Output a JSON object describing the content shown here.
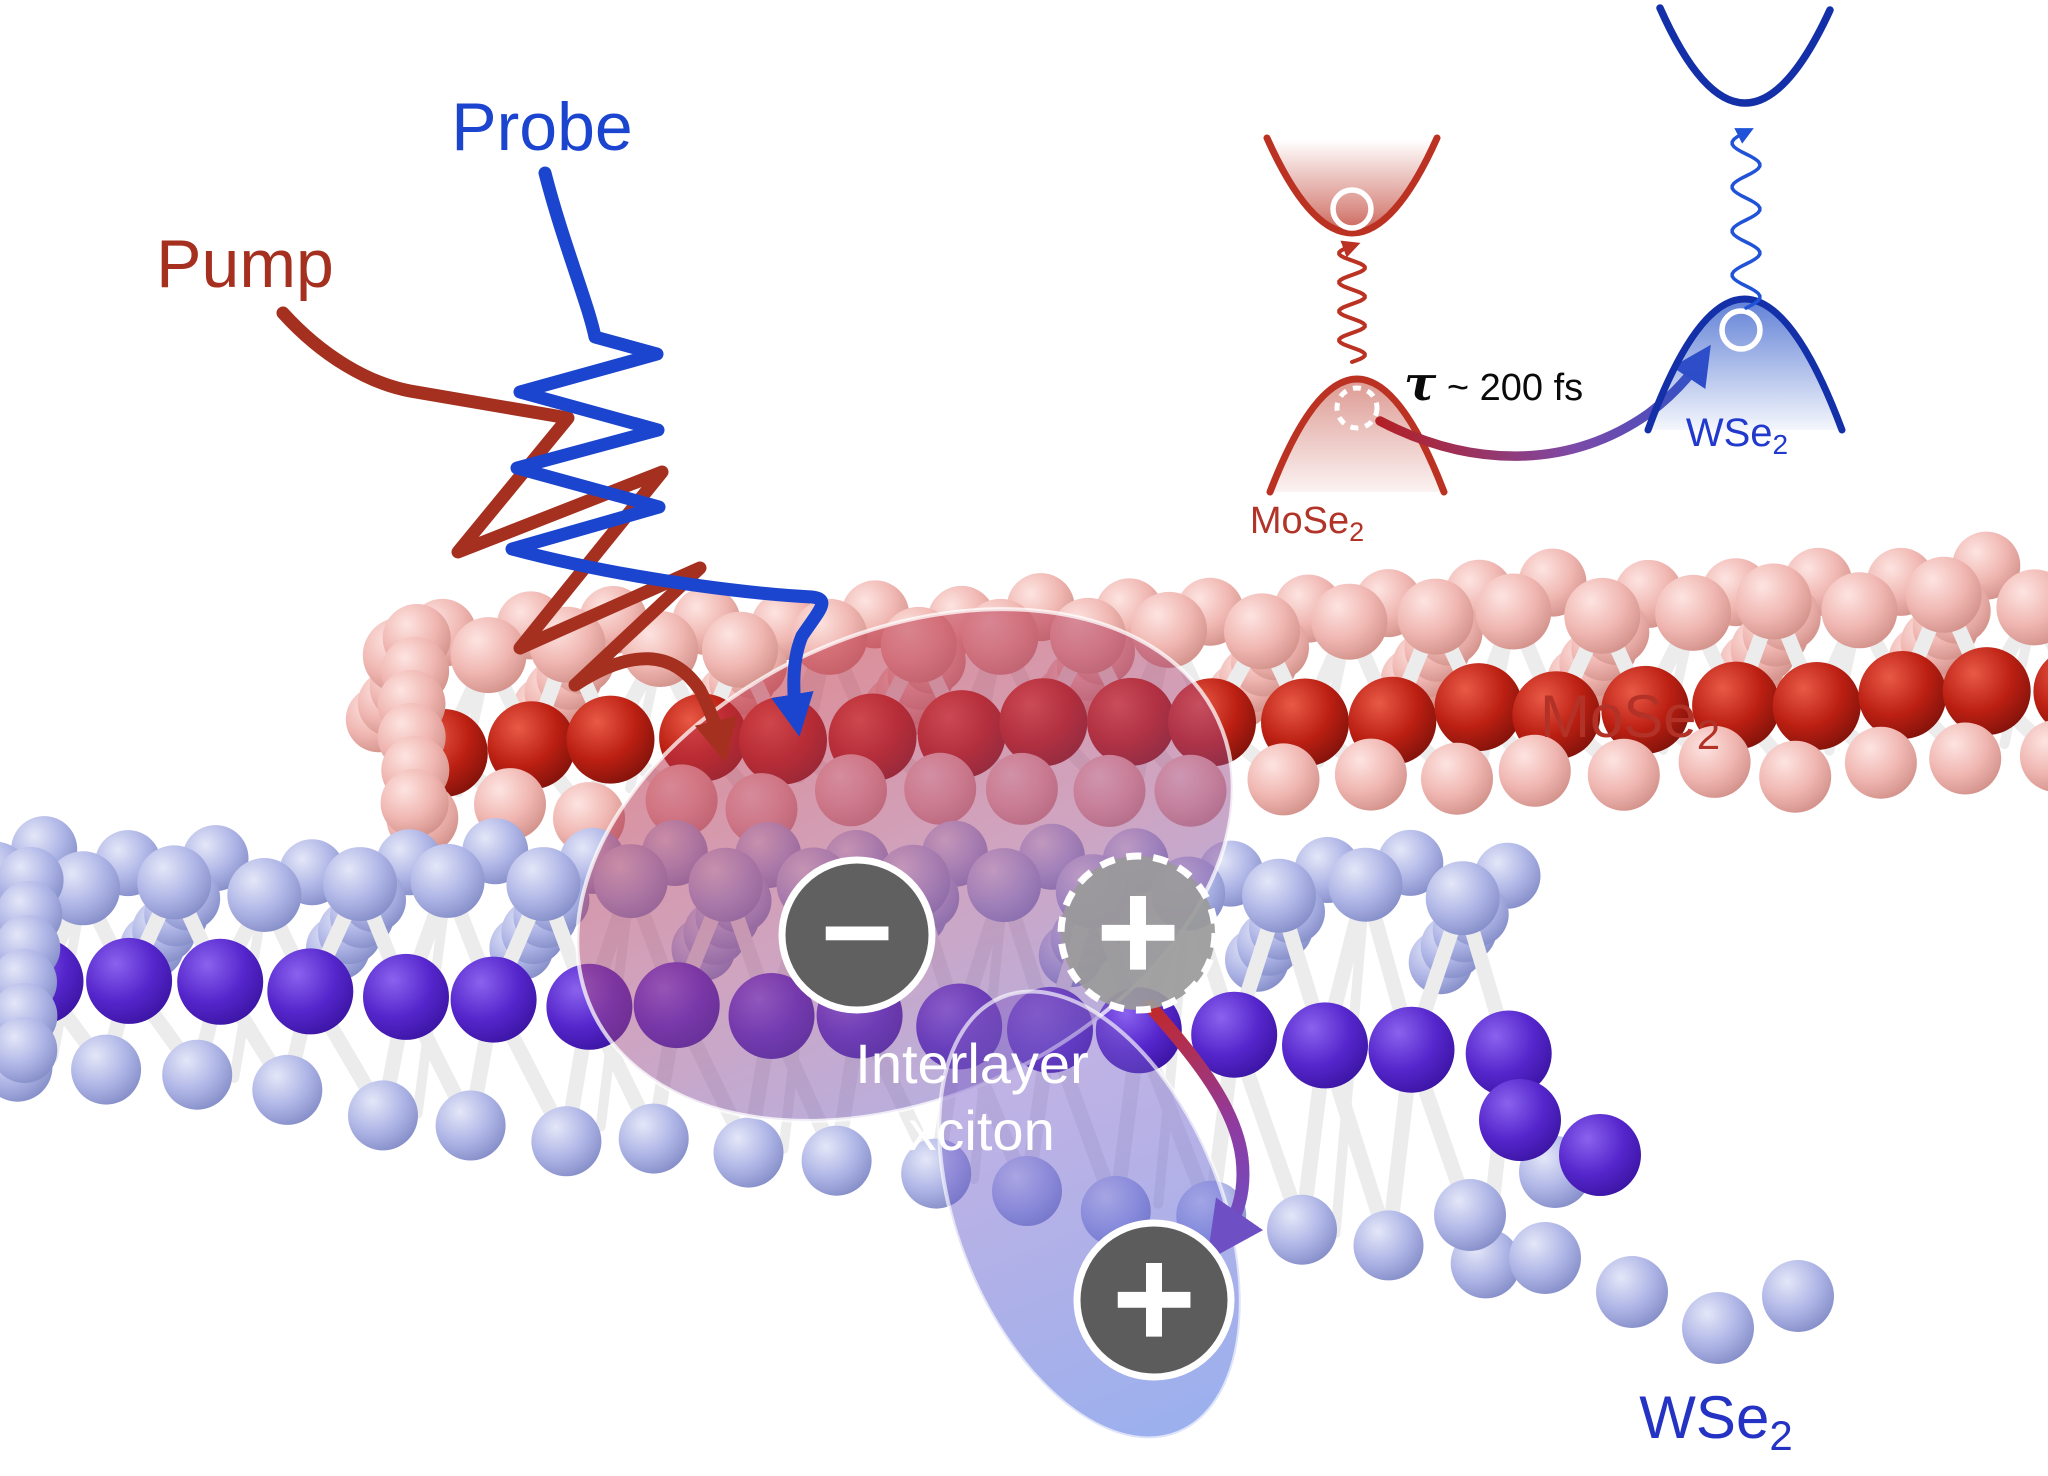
{
  "figure": {
    "background_color": "#FFFFFF",
    "pump": {
      "label": "Pump",
      "color": "#A5301F"
    },
    "probe": {
      "label": "Probe",
      "color": "#1C45CF"
    },
    "band_diagram": {
      "tau_symbol": "τ",
      "tau_value": " ~ 200 fs",
      "text_color": "#0A0A0A",
      "mose2": {
        "base": "MoSe",
        "sub": "2",
        "label_color": "#B23428",
        "band_color": "#BB3223"
      },
      "wse2": {
        "base": "WSe",
        "sub": "2",
        "label_color": "#2139CC",
        "band_color": "#1430A8"
      },
      "transfer_colors": [
        "#B32025",
        "#7C4AA8",
        "#3050C8"
      ]
    },
    "lattices": {
      "mose2": {
        "base": "MoSe",
        "sub": "2",
        "label_color": "#B33227",
        "se_color": "#EFB3AE",
        "metal_color": "#B61C10"
      },
      "wse2": {
        "base": "WSe",
        "sub": "2",
        "label_color": "#2433C4",
        "se_color": "#AEB5E6",
        "metal_color": "#5526CC"
      },
      "bond_color": "#ECECEC"
    },
    "exciton": {
      "label_line1": "Interlayer",
      "label_line2": "exciton",
      "electron_symbol": "−",
      "hole_symbol": "+",
      "hole_symbol_bottom": "+",
      "electron_badge_color": "#606060",
      "hole_badge_color": "#9A9A9A",
      "bottom_badge_color": "#5C5C5C",
      "overlay_top_color": "#C03040",
      "overlay_bottom_color": "#4A70E0"
    }
  }
}
